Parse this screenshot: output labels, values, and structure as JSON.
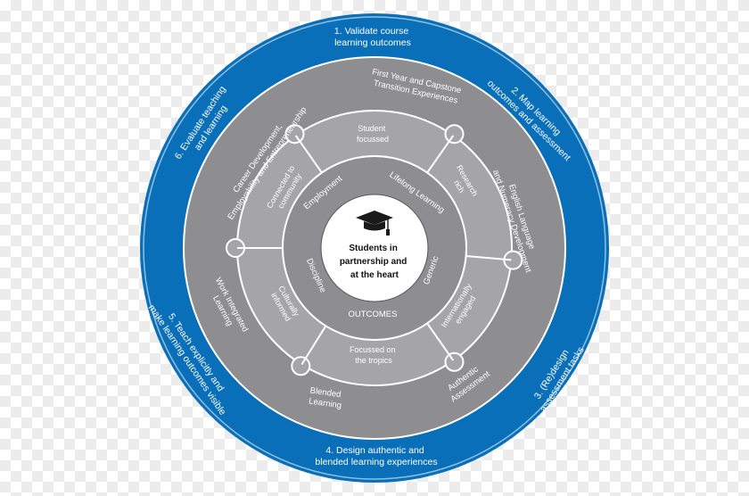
{
  "colors": {
    "outer_ring": "#0a6fb9",
    "gray_ring": "#8e8e90",
    "puzzle_ring": "#a5a5a7",
    "inner_ring": "#8e8e90",
    "center": "#ffffff",
    "ring_stroke": "#ffffff"
  },
  "outer_steps": [
    {
      "id": "validate",
      "lines": [
        "1. Validate course",
        "learning outcomes"
      ]
    },
    {
      "id": "map",
      "lines": [
        "2. Map learning",
        "outcomes and assessment"
      ]
    },
    {
      "id": "redesign",
      "lines": [
        "3. (Re)design",
        "assessment tasks"
      ]
    },
    {
      "id": "design",
      "lines": [
        "4. Design authentic and",
        "blended learning experiences"
      ]
    },
    {
      "id": "teach",
      "lines": [
        "5. Teach explicitly and",
        "make learning outcomes visible"
      ]
    },
    {
      "id": "evaluate",
      "lines": [
        "6. Evaluate teaching",
        "and learning"
      ]
    }
  ],
  "gray_ring_items": [
    {
      "id": "first-year",
      "lines": [
        "First Year and Capstone",
        "Transition Experiences"
      ]
    },
    {
      "id": "english",
      "lines": [
        "English Language",
        "and Numeracy Development"
      ]
    },
    {
      "id": "authentic",
      "lines": [
        "Authentic",
        "Assessment"
      ]
    },
    {
      "id": "blended",
      "lines": [
        "Blended",
        "Learning"
      ]
    },
    {
      "id": "wil",
      "lines": [
        "Work Integrated",
        "Learning"
      ]
    },
    {
      "id": "career",
      "lines": [
        "Career Development,",
        "Employability and Entrepreneurship"
      ]
    }
  ],
  "puzzle_pieces": [
    {
      "id": "student-focussed",
      "lines": [
        "Student",
        "focussed"
      ]
    },
    {
      "id": "research-rich",
      "lines": [
        "Research",
        "rich"
      ]
    },
    {
      "id": "internationally-engaged",
      "lines": [
        "Internationally",
        "engaged"
      ]
    },
    {
      "id": "tropics",
      "lines": [
        "Focussed on",
        "the tropics"
      ]
    },
    {
      "id": "culturally-informed",
      "lines": [
        "Culturally",
        "informed"
      ]
    },
    {
      "id": "connected-community",
      "lines": [
        "Connected to",
        "community"
      ]
    }
  ],
  "inner_ring_items": [
    {
      "id": "employment",
      "lines": [
        "Employment"
      ]
    },
    {
      "id": "lifelong-learning",
      "lines": [
        "Lifelong Learning"
      ]
    },
    {
      "id": "generic",
      "lines": [
        "Generic"
      ]
    },
    {
      "id": "outcomes",
      "lines": [
        "OUTCOMES"
      ]
    },
    {
      "id": "discipline",
      "lines": [
        "Discipline"
      ]
    }
  ],
  "center": {
    "icon": "graduation-cap-icon",
    "lines": [
      "Students in",
      "partnership and",
      "at the heart"
    ]
  }
}
